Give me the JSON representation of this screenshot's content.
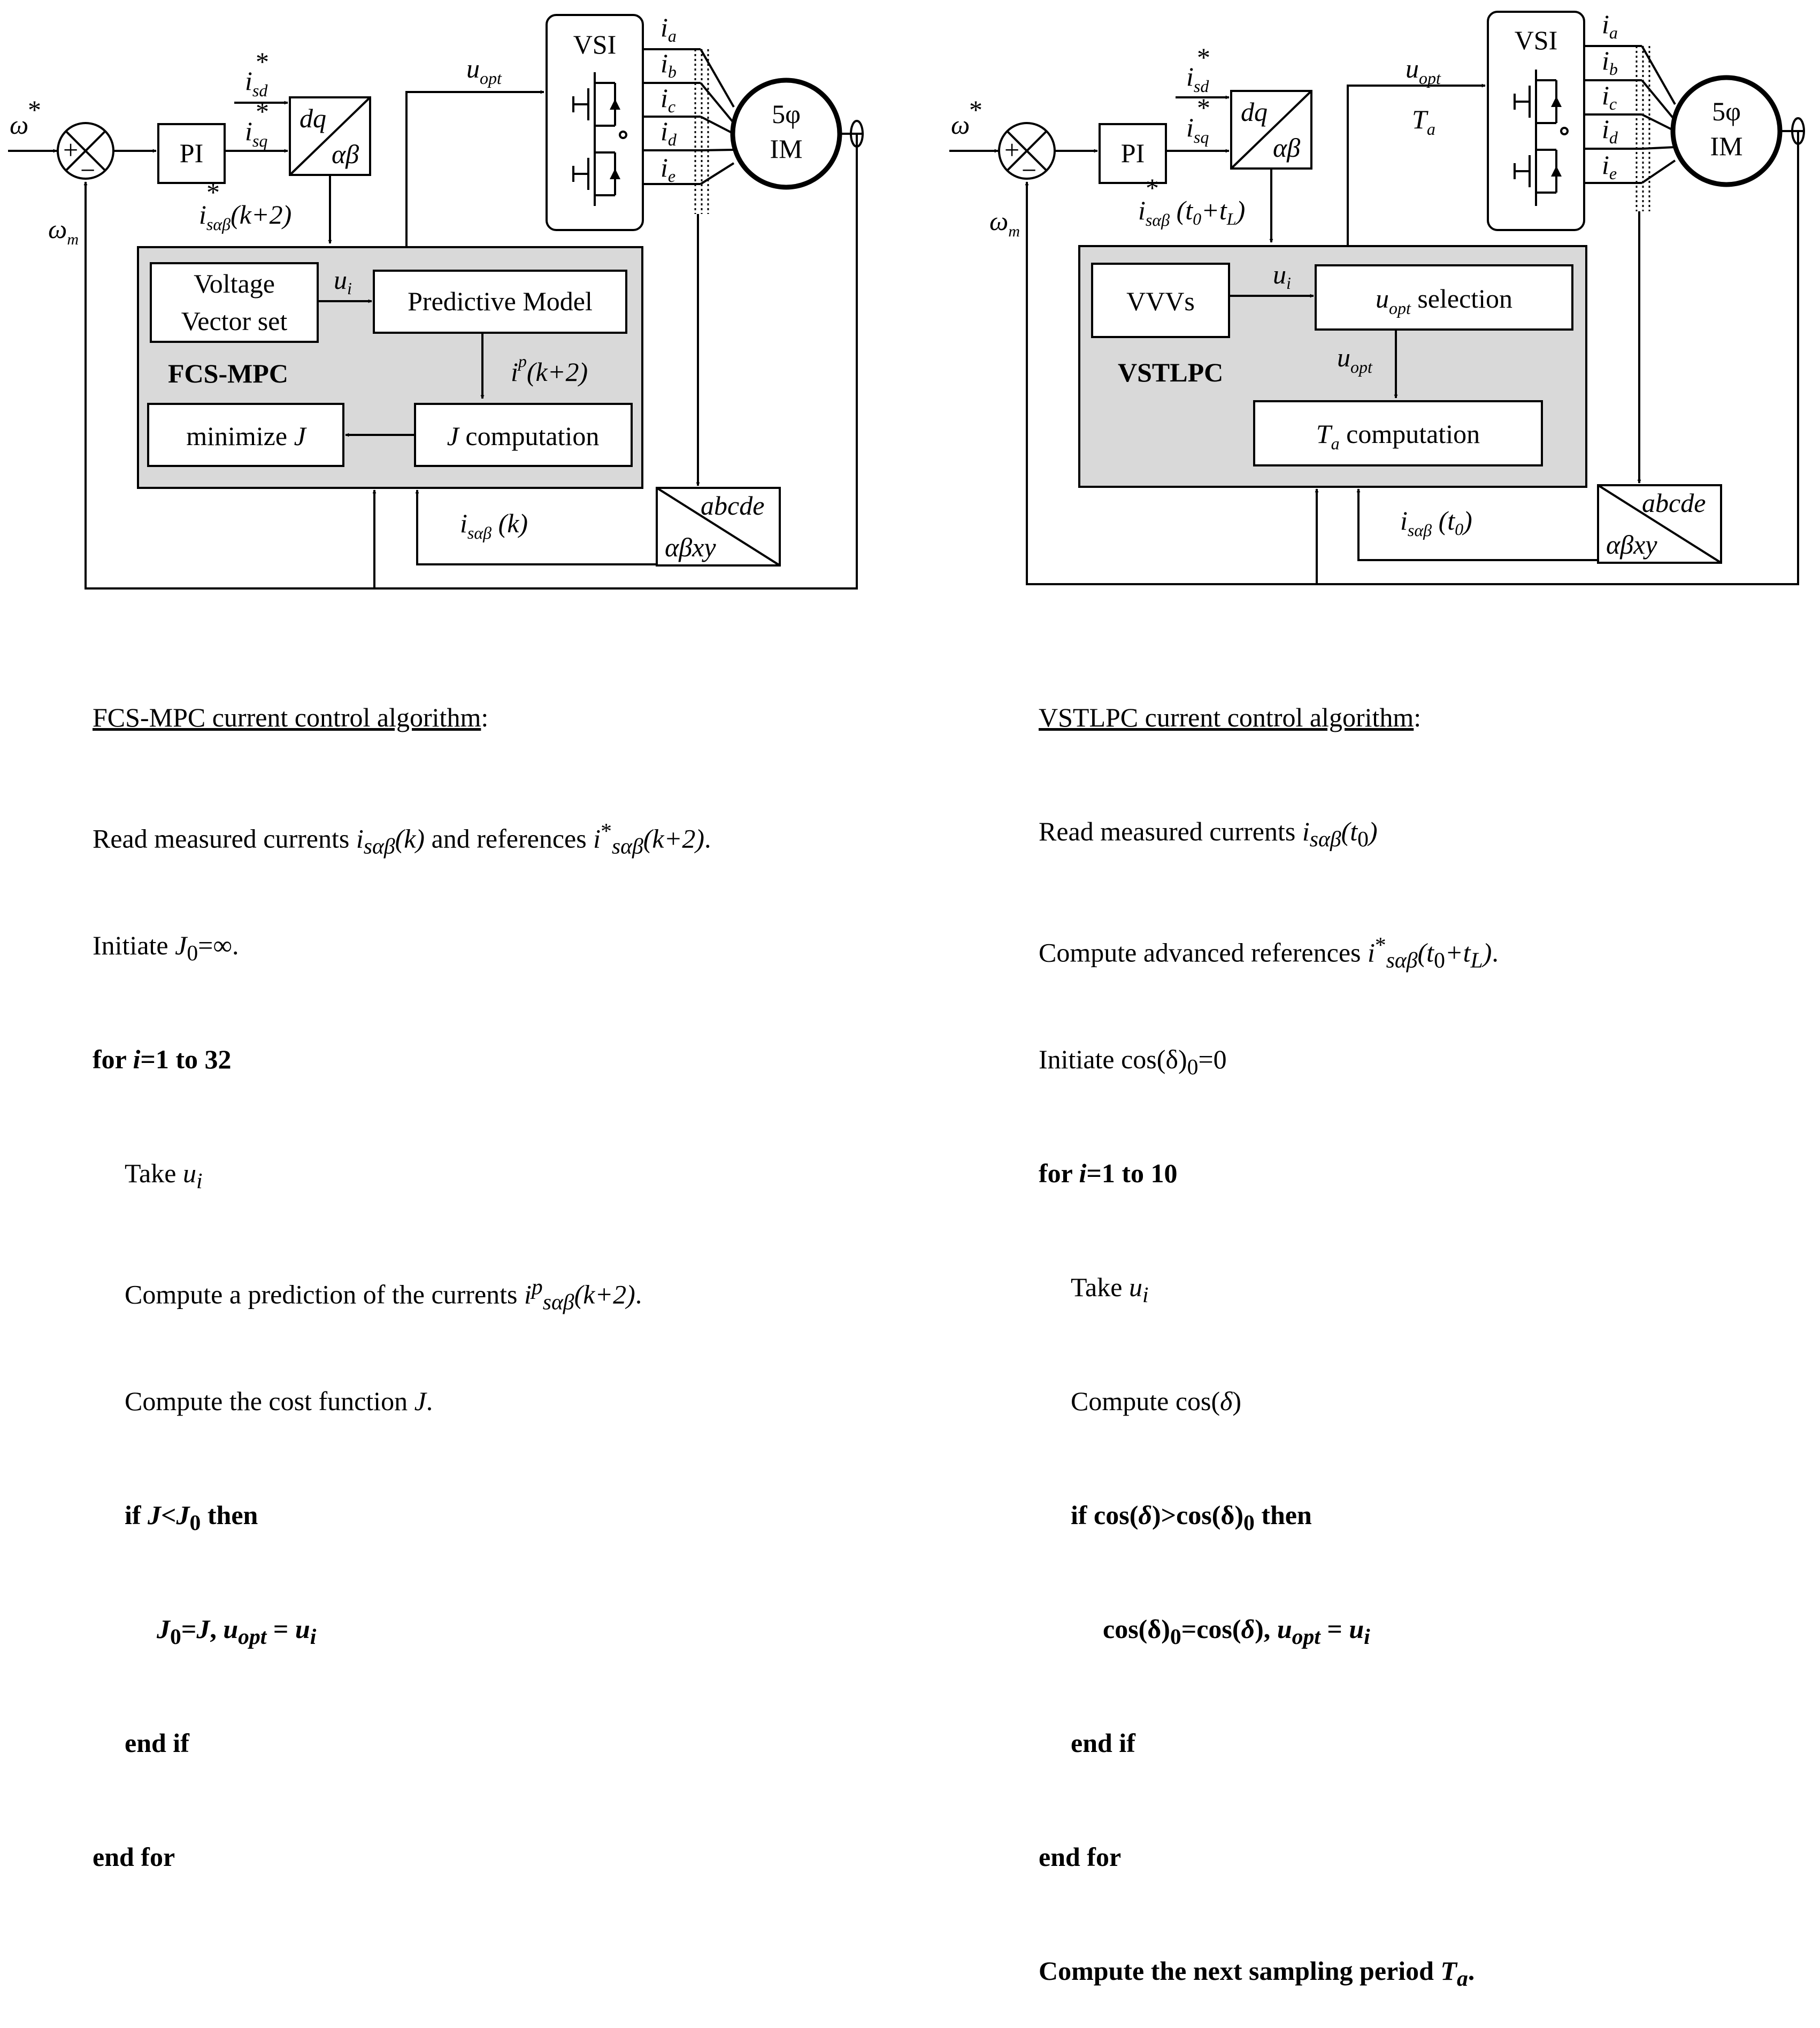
{
  "left": {
    "vsi": "VSI",
    "motor": [
      "5φ",
      "IM"
    ],
    "pi": "PI",
    "dq": "dq",
    "ab": "αβ",
    "omega_ref": "ω",
    "omega_m": "ω",
    "omega_sub": "m",
    "isd": "i",
    "isd_sub": "sd",
    "isq": "i",
    "isq_sub": "sq",
    "uopt": "u",
    "uopt_sub": "opt",
    "iref": "i",
    "iref_sub": "sαβ",
    "iref_arg": "(k+2)",
    "phases": [
      "a",
      "b",
      "c",
      "d",
      "e"
    ],
    "voltage_vector_set": [
      "Voltage",
      "Vector set"
    ],
    "ui": "u",
    "ui_sub": "i",
    "predictive_model": "Predictive Model",
    "ip": "i",
    "ip_arg": "(k+2)",
    "controller": "FCS-MPC",
    "minimize": "minimize ",
    "J": "J",
    "jcomp": " computation",
    "abcde": "abcde",
    "abxy": "αβxy",
    "imeas": "i",
    "imeas_sub": "sαβ",
    "imeas_arg": " (k)"
  },
  "right": {
    "vsi": "VSI",
    "motor": [
      "5φ",
      "IM"
    ],
    "pi": "PI",
    "dq": "dq",
    "ab": "αβ",
    "Ta": "T",
    "Ta_sub": "a",
    "iref_arg_open": " (t",
    "iref_arg_mid": "+t",
    "iref_arg_close": ")",
    "zero": "0",
    "L": "L",
    "vvvs": "VVVs",
    "selection": " selection",
    "controller": "VSTLPC",
    "ta_comp": " computation",
    "imeas_arg_open": " (t",
    "imeas_arg_close": ")"
  },
  "algo_left": {
    "heading": "FCS-MPC current control algorithm",
    "colon": ":",
    "read_a": "Read measured currents ",
    "read_b": " and references ",
    "read_c": ".",
    "init_a": "Initiate ",
    "init_b": "=∞.",
    "for_a": "for ",
    "for_b": "=1 to 32",
    "take": "Take ",
    "predict_a": "Compute a prediction of the currents ",
    "predict_b": ".",
    "cost_a": "Compute the cost function ",
    "cost_b": ".",
    "if_a": "if ",
    "if_b": "<",
    "if_c": " then",
    "assign_a": "=",
    "assign_b": ", ",
    "assign_c": " = ",
    "endif": "end if",
    "endfor": "end for"
  },
  "algo_right": {
    "heading": "VSTLPC current control algorithm",
    "colon": ":",
    "read_a": "Read measured currents ",
    "adv_a": "Compute advanced references ",
    "adv_b": ".",
    "init_a": "Initiate cos(δ)",
    "init_b": "=0",
    "for_a": "for ",
    "for_b": "=1 to 10",
    "take": "Take ",
    "cos_a": "Compute cos(",
    "cos_b": ")",
    "delta": "δ",
    "if_a": "if cos(",
    "if_b": ")>cos(δ)",
    "if_c": " then",
    "assign_a": "cos(δ)",
    "assign_b": "=cos(",
    "assign_c": "), ",
    "assign_d": " = ",
    "endif": "end if",
    "endfor": "end for",
    "final": "Compute the next sampling period "
  },
  "sym": {
    "star": "*",
    "p": "p",
    "zero": "0",
    "i": "i"
  }
}
